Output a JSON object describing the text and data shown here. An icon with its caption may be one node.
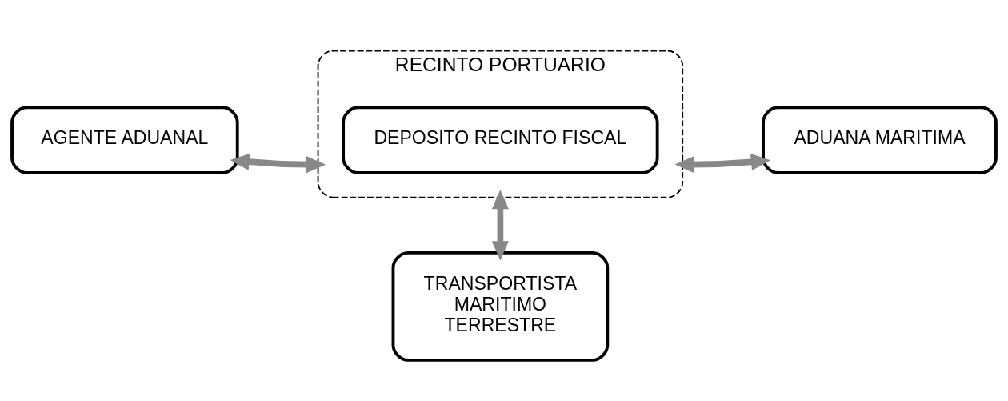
{
  "diagram": {
    "nodes": [
      {
        "text": [
          "AGENTE ADUANAL"
        ]
      },
      {
        "text": [
          "RECINTO PORTUARIO"
        ]
      },
      {
        "text": [
          "DEPOSITO RECINTO FISCAL"
        ],
        "in": 1
      },
      {
        "text": [
          "ADUANA MARITIMA"
        ]
      },
      {
        "text": [
          "TRANSPORTISTA",
          "MARITIMO",
          "TERRESTRE"
        ]
      }
    ],
    "edges": [
      {
        "from": 0,
        "to": 1,
        "arrow": "both"
      },
      {
        "from": 1,
        "to": 3,
        "arrow": "both"
      },
      {
        "from": 1,
        "to": 4,
        "arrow": "both"
      }
    ]
  }
}
